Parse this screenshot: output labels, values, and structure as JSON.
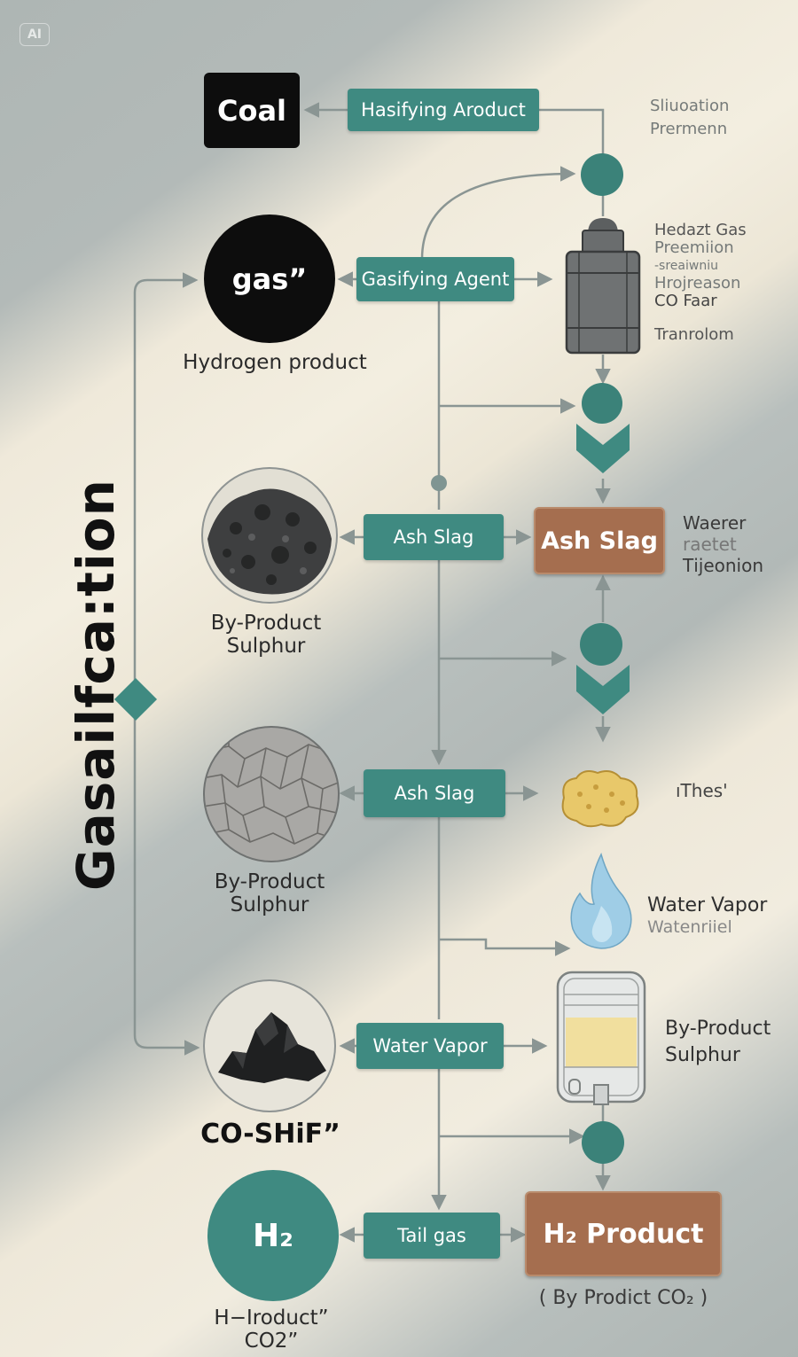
{
  "badge": "AI",
  "title": "Gasailfca:tion",
  "nodes": {
    "coal": "Coal",
    "hasifying": "Hasifying Aroduct",
    "gas_circle": "gas”",
    "gas_caption": "Hydrogen product",
    "gasifying_agent": "Gasifying Agent",
    "ash_slag_1": "Ash Slag",
    "ash_slag_brown": "Ash Slag",
    "byproduct_1_line1": "By-Product",
    "byproduct_1_line2": "Sulphur",
    "ash_slag_2": "Ash Slag",
    "byproduct_2_line1": "By-Product",
    "byproduct_2_line2": "Sulphur",
    "water_vapor_box": "Water Vapor",
    "coshift": "CO-SHiF”",
    "h2_circle": "H₂",
    "h2_caption_line1": "H−Iroduct”",
    "h2_caption_line2": "CO2”",
    "tail_gas": "Tail gas",
    "h2_product": "H₂ Product",
    "by_product_co2": "( By Prodict CO₂ )"
  },
  "side_labels": {
    "top_1": "Sliuoation",
    "top_2": "Prermenn",
    "reactor_1": "Hedazt Gas",
    "reactor_2": "Preemiion",
    "reactor_3": "-sreaiwniu",
    "reactor_4": "Hrojreason",
    "reactor_5": "CO Faar",
    "reactor_6": "Tranrolom",
    "water_1": "Waerer",
    "water_2": "raetet",
    "water_3": "Tĳeonion",
    "thes": "ıThes'",
    "vapor_1": "Water Vapor",
    "vapor_2": "Watenriiel",
    "byprod_1": "By-Product",
    "byprod_2": "Sulphur"
  },
  "colors": {
    "teal": "#3f8a81",
    "dark_teal": "#2f6e66",
    "brown": "#a56e4f",
    "black": "#0d0d0d",
    "line": "#8a9593"
  },
  "icons": [
    "rock-pile-icon",
    "stone-texture-icon",
    "coal-heap-icon",
    "sulphur-blob-icon",
    "flame-icon",
    "tank-icon",
    "reactor-icon",
    "chevron-down-icon",
    "diamond-icon"
  ]
}
